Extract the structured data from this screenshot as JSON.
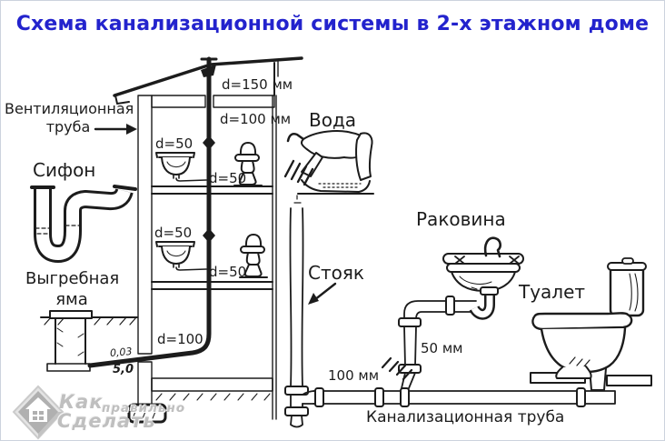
{
  "title": "Схема канализационной системы в 2-х этажном доме",
  "colors": {
    "title_blue": "#2323cd",
    "ink": "#1c1c1c",
    "watermark_gray": "#bfbfbf",
    "background": "#ffffff"
  },
  "labels": {
    "vent_pipe": "Вентиляционная\nтруба",
    "siphon": "Сифон",
    "cesspool": "Выгребная\nяма",
    "water": "Вода",
    "riser": "Стояк",
    "washbasin": "Раковина",
    "toilet": "Туалет",
    "sewer_pipe": "Канализационная труба"
  },
  "dimensions": {
    "vent_above_roof": "d=150 мм",
    "riser_second_floor": "d=100 мм",
    "sink_second_floor": "d=50",
    "toilet_second_floor": "d=50",
    "sink_first_floor": "d=50",
    "toilet_first_floor": "d=50",
    "riser_basement": "d=100",
    "sink_drain": "50 мм",
    "main_pipe": "100 мм",
    "pipe_slope": "0,03",
    "pipe_depth": "5,0"
  },
  "watermark": {
    "word_top": "Как",
    "word_middle": "правильно",
    "word_bottom": "Сделать"
  }
}
